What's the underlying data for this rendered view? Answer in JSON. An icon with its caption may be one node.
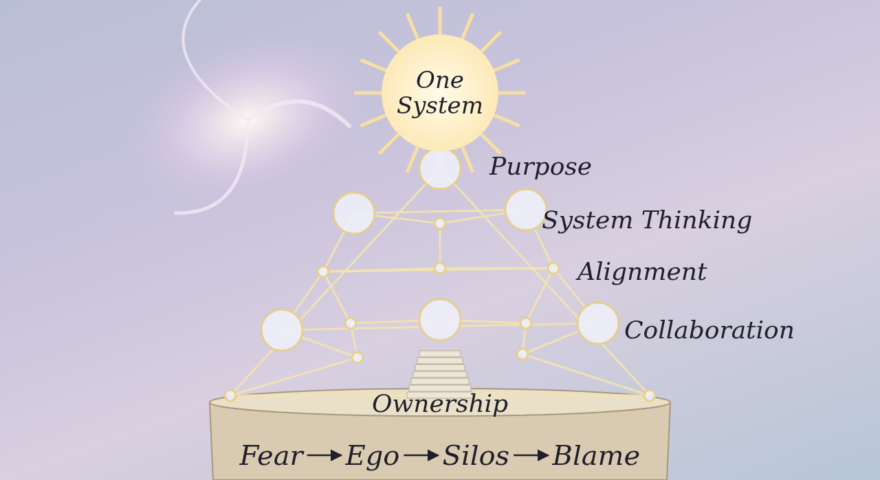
{
  "diagram": {
    "nodes": [
      {
        "text": [
          "One System"
        ]
      },
      {
        "text": [
          "Purpose"
        ]
      },
      {
        "text": [
          "System Thinking"
        ]
      },
      {
        "text": [
          "Alignment"
        ]
      },
      {
        "text": [
          "Collaboration"
        ]
      },
      {
        "text": [
          "Ownership"
        ]
      },
      {
        "text": [
          "Fear"
        ]
      },
      {
        "text": [
          "Ego"
        ]
      },
      {
        "text": [
          "Silos"
        ]
      },
      {
        "text": [
          "Blame"
        ]
      }
    ],
    "edges": [
      {
        "from": 6,
        "to": 7,
        "arrow": "to"
      },
      {
        "from": 7,
        "to": 8,
        "arrow": "to"
      },
      {
        "from": 8,
        "to": 9,
        "arrow": "to"
      }
    ]
  }
}
